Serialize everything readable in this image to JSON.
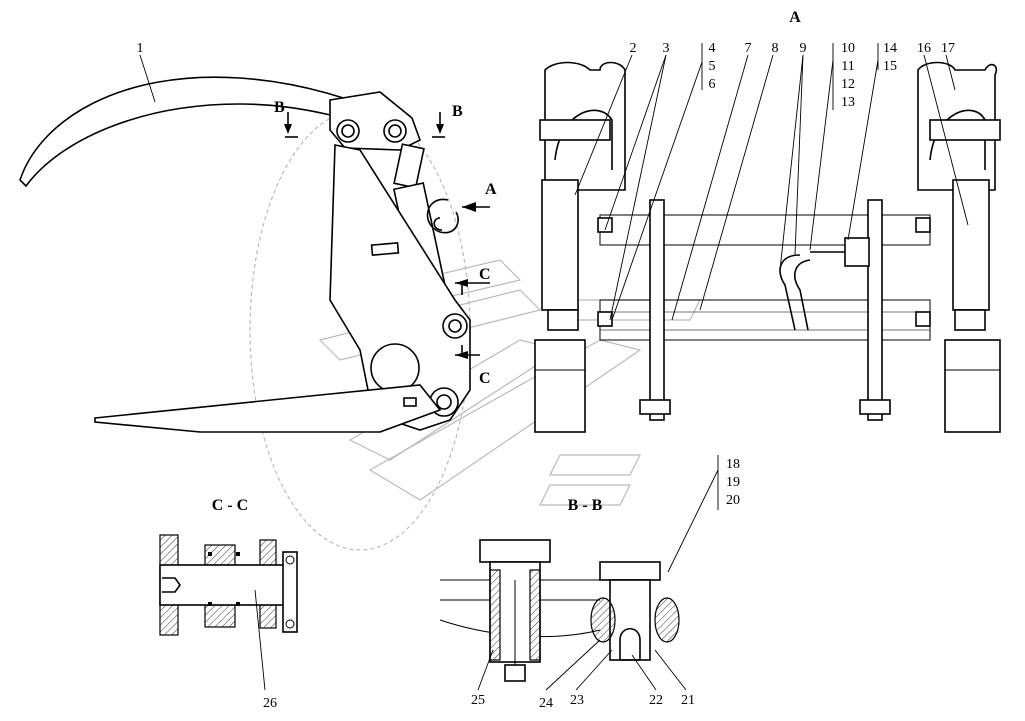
{
  "views": {
    "view_a": "A",
    "section_cc": "C - C",
    "section_bb": "B - B"
  },
  "markers": {
    "b_left": "B",
    "b_right": "B",
    "arrow_a": "A",
    "c_top": "C",
    "c_bottom": "C"
  },
  "part_numbers": {
    "p1": "1",
    "p2": "2",
    "p3": "3",
    "p4": "4",
    "p5": "5",
    "p6": "6",
    "p7": "7",
    "p8": "8",
    "p9": "9",
    "p10": "10",
    "p11": "11",
    "p12": "12",
    "p13": "13",
    "p14": "14",
    "p15": "15",
    "p16": "16",
    "p17": "17",
    "p18": "18",
    "p19": "19",
    "p20": "20",
    "p21": "21",
    "p22": "22",
    "p23": "23",
    "p24": "24",
    "p25": "25",
    "p26": "26"
  }
}
